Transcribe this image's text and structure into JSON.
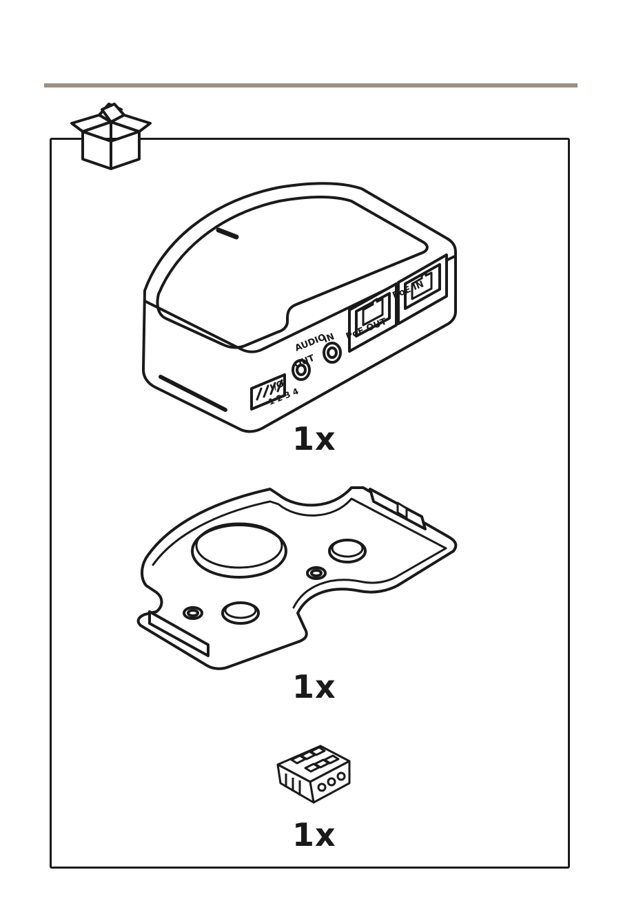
{
  "device": {
    "labels": {
      "io": "I/O",
      "io_pins": "1 2 3 4",
      "audio": "AUDIO",
      "out": "OUT",
      "in": "IN",
      "poe_out": "PoE OUT",
      "poe_in": "PoE IN"
    },
    "quantity": "1x"
  },
  "bracket": {
    "quantity": "1x"
  },
  "connector": {
    "quantity": "1x"
  },
  "icons": {
    "package": "open-box-icon"
  }
}
